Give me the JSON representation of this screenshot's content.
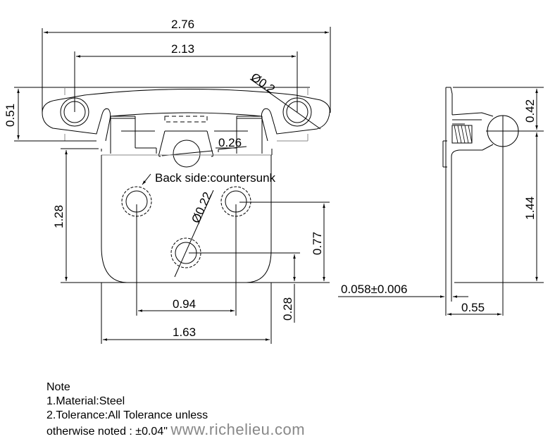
{
  "drawing": {
    "front_view": {
      "overall_width": "2.76",
      "hole_spacing_top": "2.13",
      "top_hole_diameter": "Ø0.2",
      "leaf_height_top": "0.51",
      "knuckle_dim": "0.26",
      "countersunk_label": "Back side:countersunk",
      "plate_height": "1.28",
      "plate_hole_diameter": "Ø0.22",
      "hole_vertical_offset": "0.77",
      "bottom_hole_height": "0.28",
      "plate_hole_spacing": "0.94",
      "plate_width": "1.63"
    },
    "side_view": {
      "top_offset": "0.42",
      "height": "1.44",
      "thickness": "0.058±0.006",
      "depth": "0.55"
    }
  },
  "notes": {
    "title": "Note",
    "line1": "1.Material:Steel",
    "line2": "2.Tolerance:All Tolerance unless",
    "line3": "otherwise noted : ±0.04\""
  },
  "watermark": "www.richelieu.com",
  "colors": {
    "line": "#000000",
    "faint": "#888888",
    "watermark": "#8a8a8a"
  }
}
